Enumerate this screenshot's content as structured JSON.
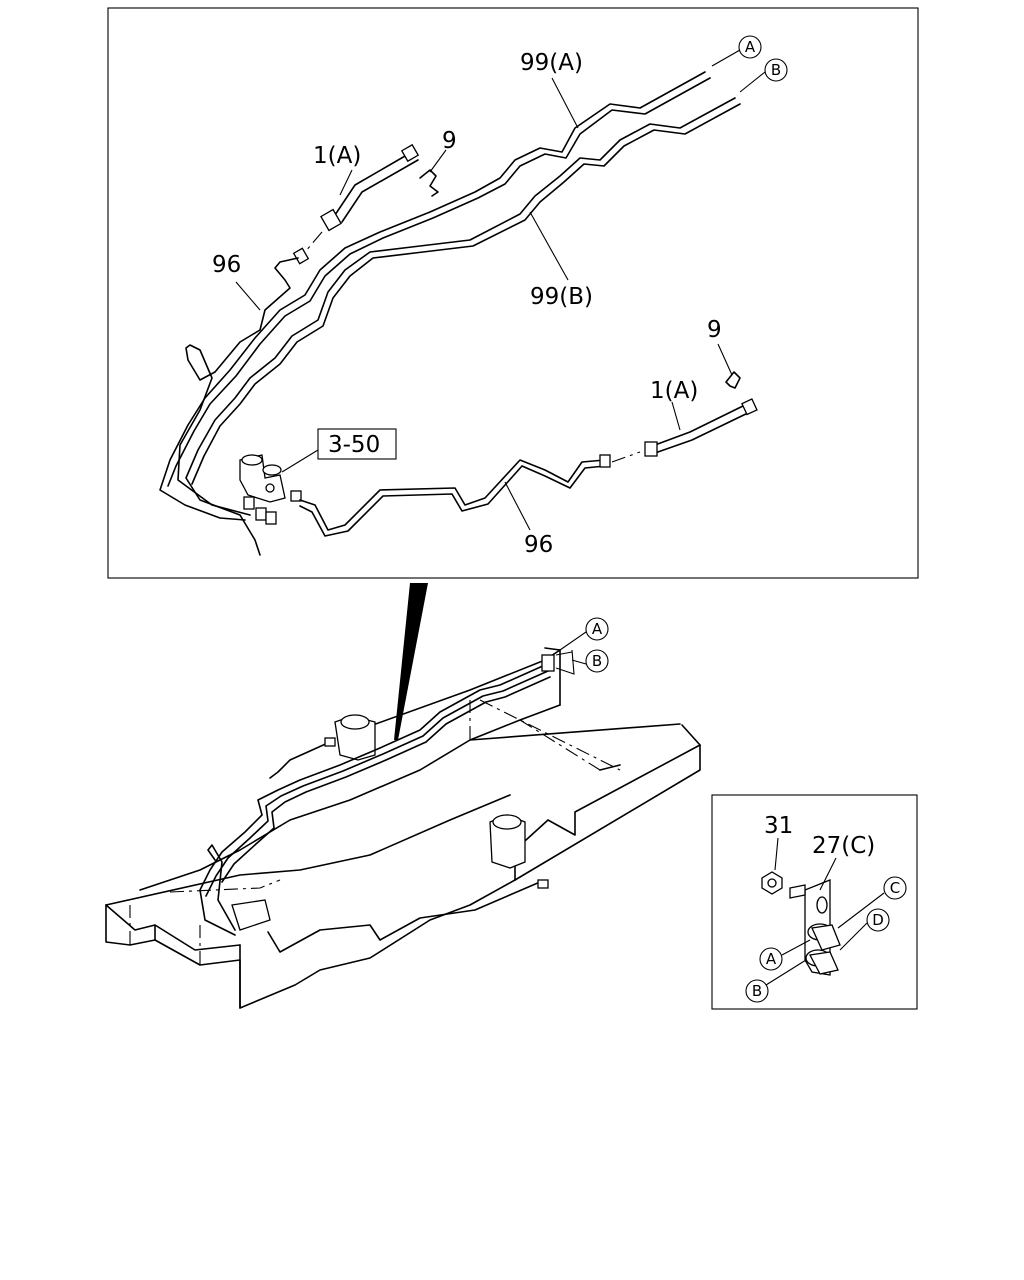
{
  "labels": {
    "pipe_99a": "99(A)",
    "pipe_99b": "99(B)",
    "hose_1a_top": "1(A)",
    "hose_1a_right": "1(A)",
    "clip_9_top": "9",
    "clip_9_right": "9",
    "pipe_96_left": "96",
    "pipe_96_bottom": "96",
    "ref_box": "3-50",
    "nut_31": "31",
    "bracket_27c": "27(C)"
  },
  "circles": {
    "a": "A",
    "b": "B",
    "c": "C",
    "d": "D"
  }
}
